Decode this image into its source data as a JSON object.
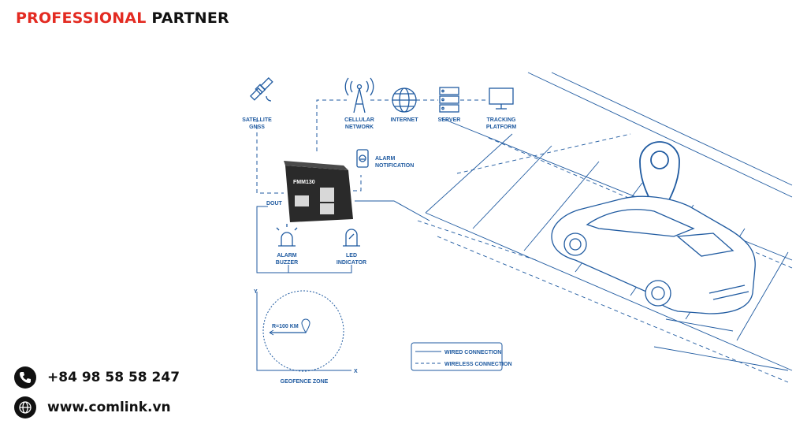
{
  "header": {
    "brand_red": "PROFESSIONAL",
    "brand_dark": "PARTNER"
  },
  "colors": {
    "brand_red": "#e32b22",
    "diagram_blue": "#1f5aa0",
    "text_dark": "#111111"
  },
  "diagram": {
    "satellite": [
      "SATELLITE",
      "GNSS"
    ],
    "cellular": [
      "CELLULAR",
      "NETWORK"
    ],
    "internet": "INTERNET",
    "server": "SERVER",
    "tracking": [
      "TRACKING",
      "PLATFORM"
    ],
    "alarm_notification": [
      "ALARM",
      "NOTIFICATION"
    ],
    "device_model": "FMM130",
    "dout": "DOUT",
    "alarm_buzzer": [
      "ALARM",
      "BUZZER"
    ],
    "led_indicator": [
      "LED",
      "INDICATOR"
    ],
    "radius": "R=100 KM",
    "axis_y": "Y",
    "axis_x": "X",
    "geofence_zone": "GEOFENCE ZONE",
    "legend_wired": "WIRED CONNECTION",
    "legend_wireless": "WIRELESS CONNECTION"
  },
  "contact": {
    "phone": "+84 98 58 58 247",
    "website": "www.comlink.vn",
    "phone_icon": "phone-icon",
    "web_icon": "globe-icon"
  }
}
